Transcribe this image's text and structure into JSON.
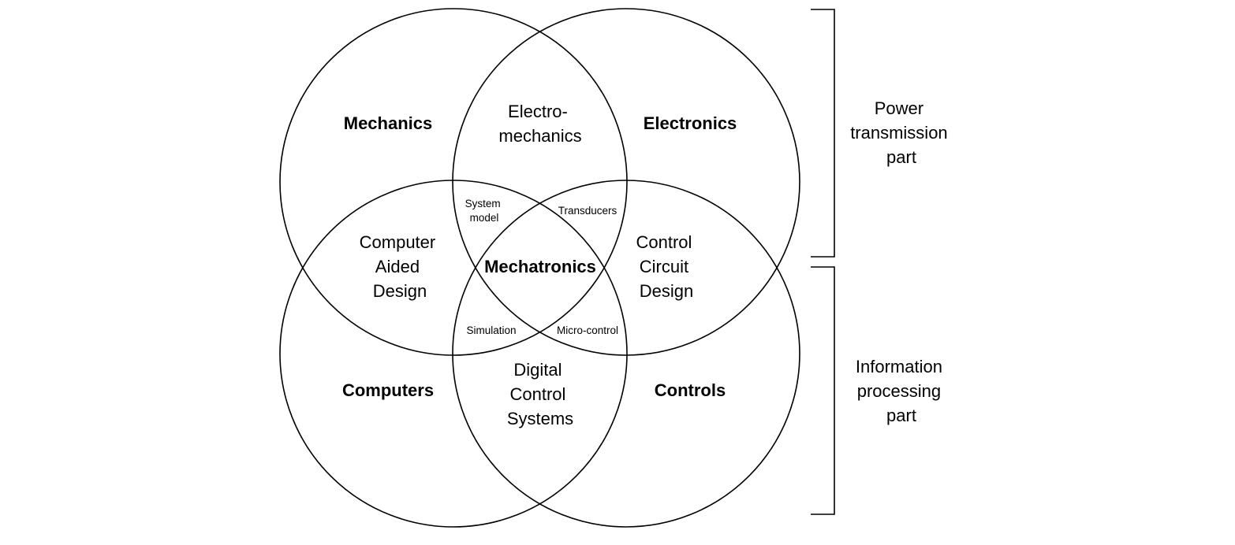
{
  "domains": {
    "mechanics": "Mechanics",
    "electronics": "Electronics",
    "computers": "Computers",
    "controls": "Controls"
  },
  "center": "Mechatronics",
  "overlaps": {
    "electromechanics": [
      "Electro-",
      "mechanics"
    ],
    "cad": [
      "Computer",
      "Aided",
      "Design"
    ],
    "control_circuit": [
      "Control",
      "Circuit",
      "Design"
    ],
    "digital_control": [
      "Digital",
      "Control",
      "Systems"
    ]
  },
  "small_regions": {
    "system_model": [
      "System",
      "model"
    ],
    "transducers": "Transducers",
    "simulation": "Simulation",
    "micro_control": "Micro-control"
  },
  "brackets": {
    "power": [
      "Power",
      "transmission",
      "part"
    ],
    "information": [
      "Information",
      "processing",
      "part"
    ]
  }
}
